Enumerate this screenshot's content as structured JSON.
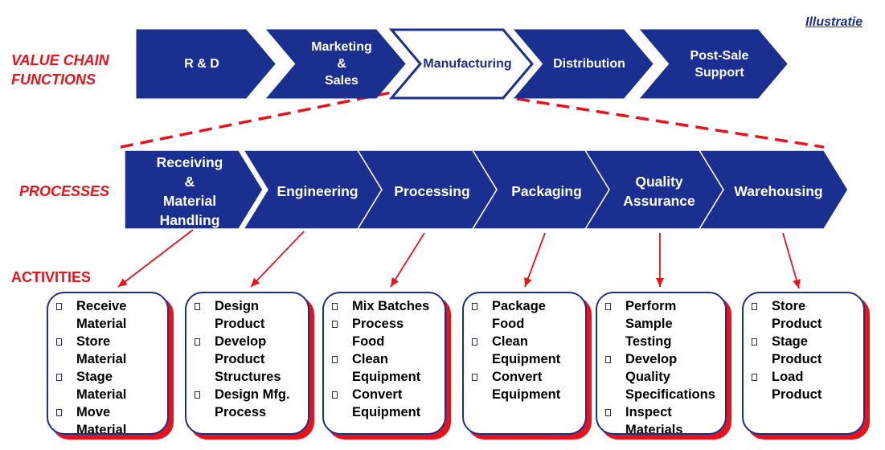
{
  "illustration_label": "Illustratie",
  "row_labels": {
    "functions": "VALUE CHAIN\nFUNCTIONS",
    "processes": "PROCESSES",
    "activities": "ACTIVITIES"
  },
  "functions": [
    "R & D",
    "Marketing\n&\nSales",
    "Manufacturing",
    "Distribution",
    "Post-Sale\nSupport"
  ],
  "highlighted_function": "Manufacturing",
  "processes": [
    "Receiving\n&\nMaterial\nHandling",
    "Engineering",
    "Processing",
    "Packaging",
    "Quality\nAssurance",
    "Warehousing"
  ],
  "activities": [
    [
      "Receive Material",
      "Store Material",
      "Stage Material",
      "Move Material"
    ],
    [
      "Design Product",
      "Develop Product Structures",
      "Design Mfg. Process"
    ],
    [
      "Mix Batches",
      "Process Food",
      "Clean Equipment",
      "Convert Equipment"
    ],
    [
      "Package Food",
      "Clean Equipment",
      "Convert Equipment"
    ],
    [
      "Perform Sample Testing",
      "Develop Quality Specifications",
      "Inspect Materials"
    ],
    [
      "Store Product",
      "Stage Product",
      "Load Product"
    ]
  ],
  "colors": {
    "chevron_fill": "#1a2f8f",
    "highlight_fill": "#ffffff",
    "label_red": "#e8131a",
    "arrow_red": "#e8131a",
    "card_border": "#1a2f8f",
    "card_shadow": "#e8131a"
  }
}
